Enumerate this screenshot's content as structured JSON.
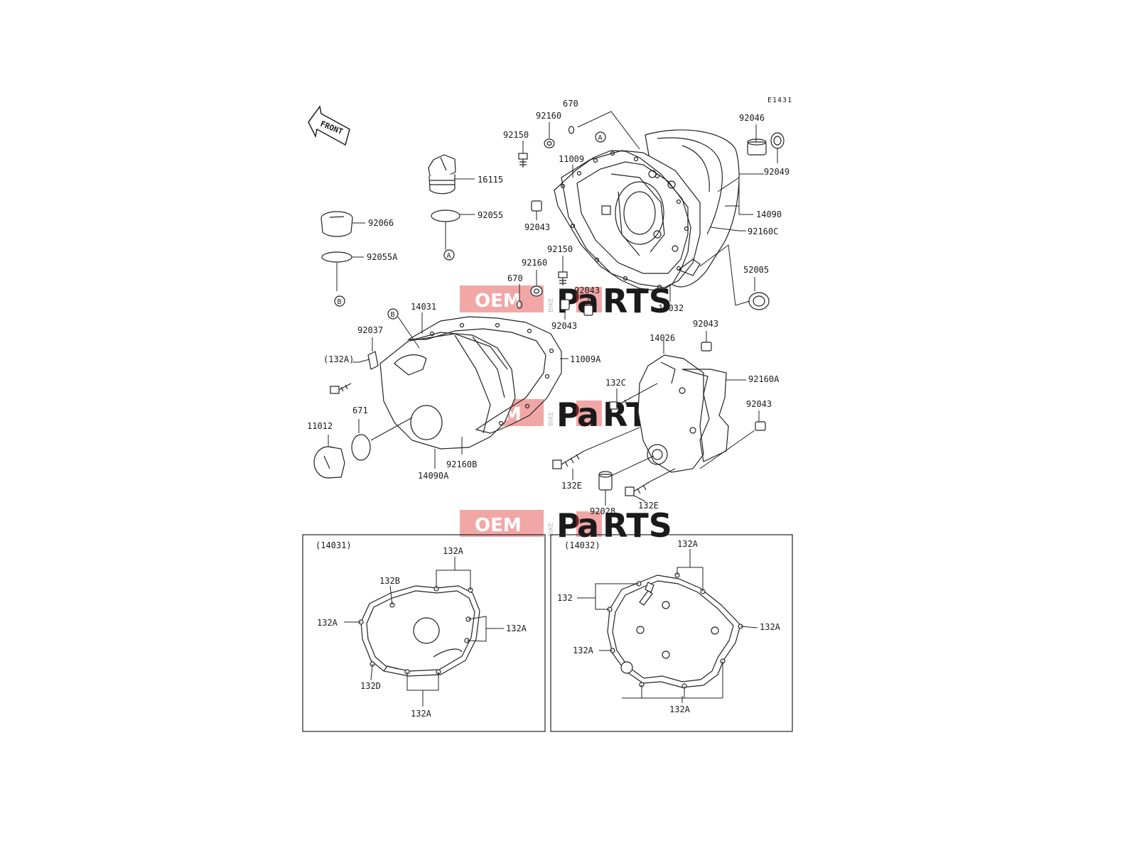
{
  "diagram_code": "E1431",
  "front_label": "FRONT",
  "ref_markers": {
    "a": "A",
    "b": "B"
  },
  "watermark": {
    "oem": "OEM",
    "bike": "BIKE",
    "p": "P",
    "a": "a",
    "rts": "RTS",
    "colors": {
      "red": "#e23b3b",
      "grey": "#cfcfcf"
    }
  },
  "labels": {
    "p670a": "670",
    "p92160a": "92160",
    "p92150a": "92150",
    "p11009": "11009",
    "p92046": "92046",
    "p92049": "92049",
    "p16115": "16115",
    "p92055": "92055",
    "p92066": "92066",
    "p92055a": "92055A",
    "p92043a": "92043",
    "p14090": "14090",
    "p92160c": "92160C",
    "p92150b": "92150",
    "p92160b": "92160",
    "p670b": "670",
    "p92043b": "92043",
    "p52005": "52005",
    "p14031": "14031",
    "p14032": "14032",
    "p92043c": "92043",
    "p92037": "92037",
    "p11009a": "11009A",
    "p92043d": "92043",
    "p14026": "14026",
    "p132a": "(132A)",
    "p132c": "132C",
    "p92160a_": "92160A",
    "p671": "671",
    "p92043e": "92043",
    "p11012": "11012",
    "p92160b_": "92160B",
    "p14090a": "14090A",
    "p132e1": "132E",
    "p92028": "92028",
    "p132e2": "132E"
  },
  "inset_left": {
    "title": "(14031)",
    "labels": {
      "top": "132A",
      "b": "132B",
      "left": "132A",
      "right": "132A",
      "d": "132D",
      "bottom": "132A"
    }
  },
  "inset_right": {
    "title": "(14032)",
    "labels": {
      "top": "132A",
      "plain": "132",
      "right": "132A",
      "left": "132A",
      "bottom": "132A"
    }
  }
}
